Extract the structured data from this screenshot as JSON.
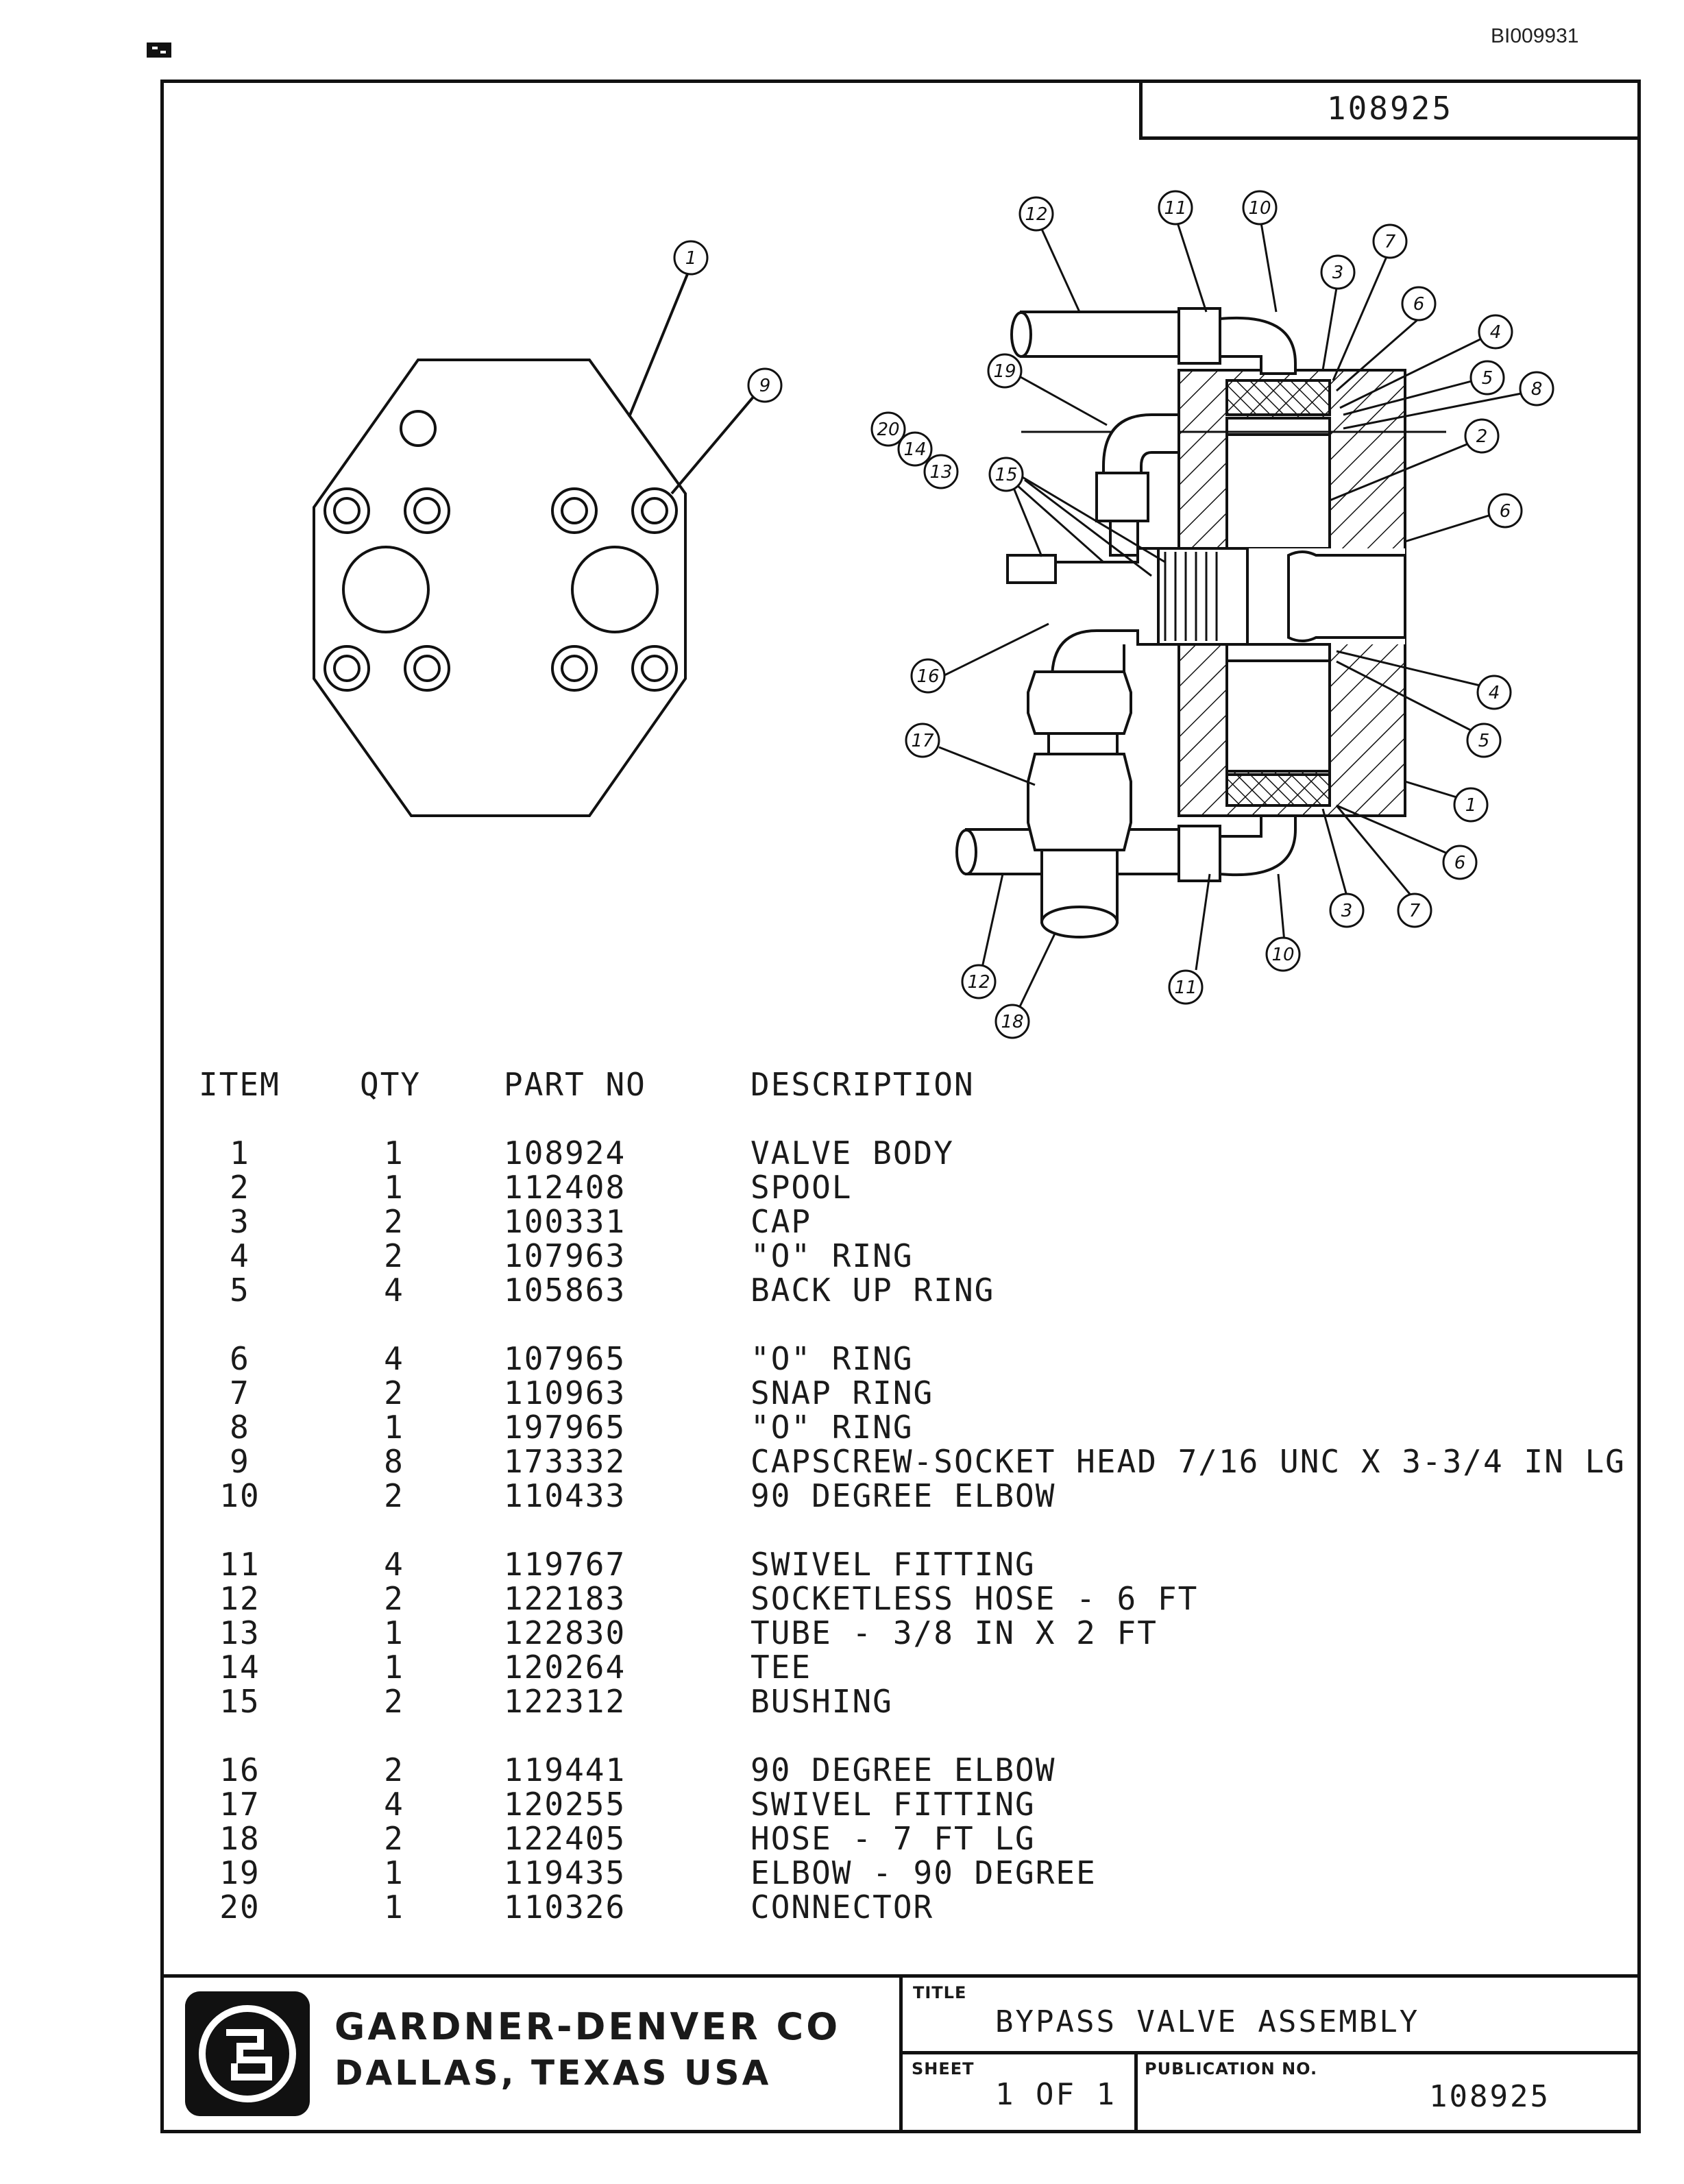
{
  "doc_id": "BI009931",
  "drawing_number": "108925",
  "table": {
    "headers": {
      "item": "ITEM",
      "qty": "QTY",
      "part_no": "PART NO",
      "description": "DESCRIPTION"
    },
    "groups": [
      [
        {
          "item": "1",
          "qty": "1",
          "part_no": "108924",
          "description": "VALVE BODY"
        },
        {
          "item": "2",
          "qty": "1",
          "part_no": "112408",
          "description": "SPOOL"
        },
        {
          "item": "3",
          "qty": "2",
          "part_no": "100331",
          "description": "CAP"
        },
        {
          "item": "4",
          "qty": "2",
          "part_no": "107963",
          "description": "\"O\" RING"
        },
        {
          "item": "5",
          "qty": "4",
          "part_no": "105863",
          "description": "BACK UP RING"
        }
      ],
      [
        {
          "item": "6",
          "qty": "4",
          "part_no": "107965",
          "description": "\"O\" RING"
        },
        {
          "item": "7",
          "qty": "2",
          "part_no": "110963",
          "description": "SNAP RING"
        },
        {
          "item": "8",
          "qty": "1",
          "part_no": "197965",
          "description": "\"O\" RING"
        },
        {
          "item": "9",
          "qty": "8",
          "part_no": "173332",
          "description": "CAPSCREW-SOCKET HEAD 7/16 UNC X 3-3/4 IN LG"
        },
        {
          "item": "10",
          "qty": "2",
          "part_no": "110433",
          "description": "90 DEGREE ELBOW"
        }
      ],
      [
        {
          "item": "11",
          "qty": "4",
          "part_no": "119767",
          "description": "SWIVEL FITTING"
        },
        {
          "item": "12",
          "qty": "2",
          "part_no": "122183",
          "description": "SOCKETLESS HOSE - 6 FT"
        },
        {
          "item": "13",
          "qty": "1",
          "part_no": "122830",
          "description": "TUBE - 3/8 IN X 2 FT"
        },
        {
          "item": "14",
          "qty": "1",
          "part_no": "120264",
          "description": "TEE"
        },
        {
          "item": "15",
          "qty": "2",
          "part_no": "122312",
          "description": "BUSHING"
        }
      ],
      [
        {
          "item": "16",
          "qty": "2",
          "part_no": "119441",
          "description": "90 DEGREE ELBOW"
        },
        {
          "item": "17",
          "qty": "4",
          "part_no": "120255",
          "description": "SWIVEL FITTING"
        },
        {
          "item": "18",
          "qty": "2",
          "part_no": "122405",
          "description": "HOSE - 7 FT LG"
        },
        {
          "item": "19",
          "qty": "1",
          "part_no": "119435",
          "description": "ELBOW - 90 DEGREE"
        },
        {
          "item": "20",
          "qty": "1",
          "part_no": "110326",
          "description": "CONNECTOR"
        }
      ]
    ]
  },
  "title_block": {
    "company": "GARDNER-DENVER CO",
    "city": "DALLAS, TEXAS USA",
    "title_label": "TITLE",
    "title": "BYPASS VALVE ASSEMBLY",
    "sheet_label": "SHEET",
    "sheet": "1 OF 1",
    "publication_label": "PUBLICATION NO.",
    "publication_no": "108925"
  },
  "callouts": {
    "c1": "1",
    "c2": "2",
    "c3": "3",
    "c4": "4",
    "c5": "5",
    "c6": "6",
    "c7": "7",
    "c8": "8",
    "c9": "9",
    "c10": "10",
    "c11": "11",
    "c12": "12",
    "c13": "13",
    "c14": "14",
    "c15": "15",
    "c16": "16",
    "c17": "17",
    "c18": "18",
    "c19": "19",
    "c20": "20"
  }
}
